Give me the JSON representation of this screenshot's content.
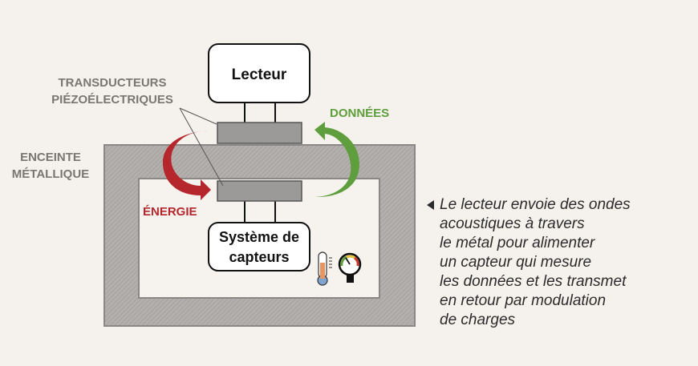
{
  "labels": {
    "transducers": [
      "TRANSDUCTEURS",
      "PIÉZOÉLECTRIQUES"
    ],
    "enclosure": [
      "ENCEINTE",
      "MÉTALLIQUE"
    ],
    "energy": "ÉNERGIE",
    "data": "DONNÉES",
    "reader": "Lecteur",
    "sensor_system": [
      "Système de",
      "capteurs"
    ]
  },
  "caption": [
    "Le lecteur envoie des ondes",
    "acoustiques à travers",
    "le métal pour alimenter",
    "un capteur qui mesure",
    "les données et les transmet",
    "en retour par modulation",
    "de charges"
  ],
  "colors": {
    "energy": "#b5272d",
    "data": "#5e9e3c",
    "metal": "#a8a5a3",
    "transducer": "#9c9a99"
  }
}
